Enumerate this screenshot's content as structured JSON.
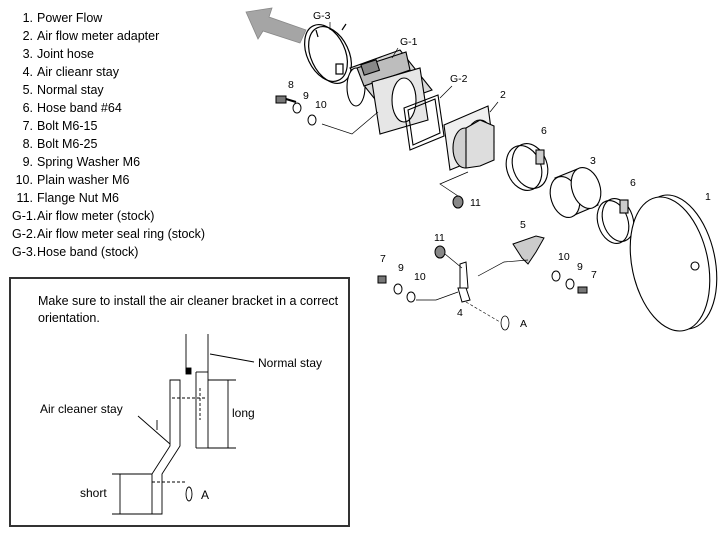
{
  "parts": [
    {
      "num": "1.",
      "label": "Power Flow"
    },
    {
      "num": "2.",
      "label": "Air flow meter adapter"
    },
    {
      "num": "3.",
      "label": "Joint hose"
    },
    {
      "num": "4.",
      "label": "Air clieanr stay"
    },
    {
      "num": "5.",
      "label": "Normal stay"
    },
    {
      "num": "6.",
      "label": "Hose band #64"
    },
    {
      "num": "7.",
      "label": "Bolt M6-15"
    },
    {
      "num": "8.",
      "label": "Bolt M6-25"
    },
    {
      "num": "9.",
      "label": "Spring Washer M6"
    },
    {
      "num": "10.",
      "label": "Plain washer M6"
    },
    {
      "num": "11.",
      "label": "Flange Nut M6"
    },
    {
      "num": "G-1.",
      "label": "Air flow meter (stock)"
    },
    {
      "num": "G-2.",
      "label": "Air flow meter seal ring (stock)"
    },
    {
      "num": "G-3.",
      "label": "Hose band (stock)"
    }
  ],
  "note": {
    "text": "Make sure to install the air cleaner bracket in a correct orientation.",
    "normal_stay": "Normal stay",
    "air_cleaner_stay": "Air cleaner stay",
    "long": "long",
    "short": "short",
    "a": "A"
  },
  "callouts": {
    "g3": "G-3",
    "g1": "G-1",
    "g2": "G-2",
    "c2": "2",
    "c6a": "6",
    "c3": "3",
    "c6b": "6",
    "c1": "1",
    "c8": "8",
    "c9a": "9",
    "c10a": "10",
    "c11a": "11",
    "c5": "5",
    "c11b": "11",
    "c7a": "7",
    "c9b": "9",
    "c10b": "10",
    "c10c": "10",
    "c9c": "9",
    "c7b": "7",
    "c4": "4",
    "cA": "A"
  }
}
